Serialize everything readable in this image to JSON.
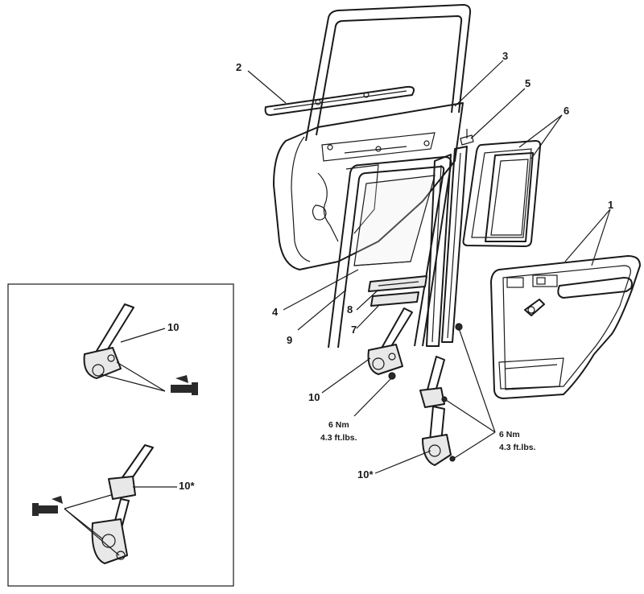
{
  "callouts": {
    "c1": "1",
    "c2": "2",
    "c3": "3",
    "c4": "4",
    "c5": "5",
    "c6": "6",
    "c7": "7",
    "c8": "8",
    "c9": "9",
    "c10_main": "10",
    "c10_inset": "10",
    "c10s_main": "10*",
    "c10s_inset": "10*"
  },
  "torque_left": {
    "value": "6 Nm",
    "imperial": "4.3 ft.lbs."
  },
  "torque_right": {
    "value": "6 Nm",
    "imperial": "4.3 ft.lbs."
  }
}
